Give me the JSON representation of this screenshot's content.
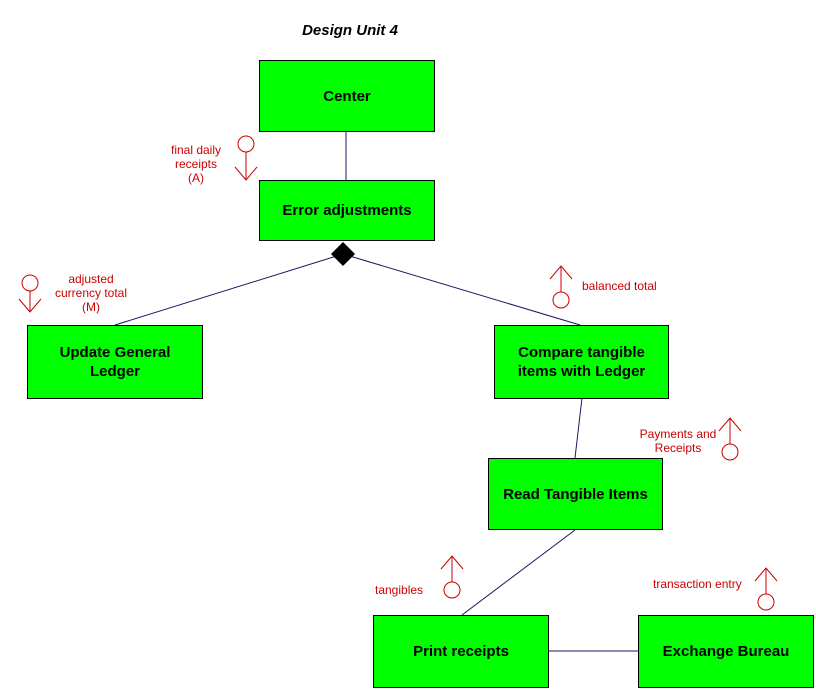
{
  "title": "Design Unit 4",
  "colors": {
    "module_fill": "#00ff00",
    "module_border": "#000000",
    "connector": "#1a1464",
    "flow": "#cc0000"
  },
  "modules": {
    "center": "Center",
    "error_adjustments": "Error adjustments",
    "update_general_ledger": "Update General\nLedger",
    "compare_tangible": "Compare tangible\nitems with Ledger",
    "read_tangible": "Read Tangible Items",
    "print_receipts": "Print receipts",
    "exchange_bureau": "Exchange Bureau"
  },
  "flows": {
    "final_daily_receipts": {
      "text": "final daily\nreceipts\n(A)",
      "direction": "down"
    },
    "adjusted_currency_total": {
      "text": "adjusted\ncurrency total\n(M)",
      "direction": "down"
    },
    "balanced_total": {
      "text": "balanced total",
      "direction": "up"
    },
    "payments_and_receipts": {
      "text": "Payments and\nReceipts",
      "direction": "up"
    },
    "tangibles": {
      "text": "tangibles",
      "direction": "up"
    },
    "transaction_entry": {
      "text": "transaction entry",
      "direction": "up"
    }
  }
}
